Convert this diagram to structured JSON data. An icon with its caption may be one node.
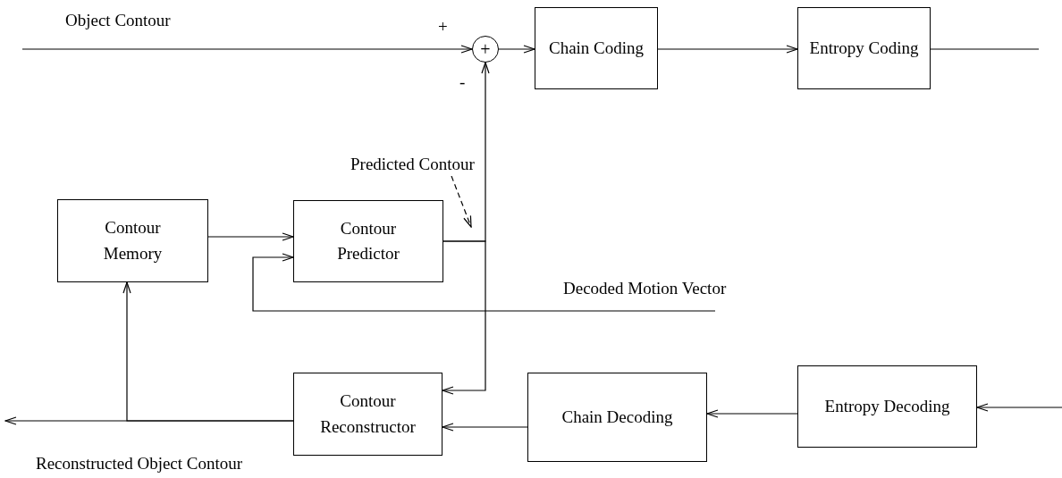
{
  "diagram": {
    "nodes": [
      {
        "text": [
          "+"
        ]
      },
      {
        "text": [
          "Chain Coding"
        ]
      },
      {
        "text": [
          "Entropy Coding"
        ]
      },
      {
        "text": [
          "Contour Memory"
        ]
      },
      {
        "text": [
          "Contour Predictor"
        ]
      },
      {
        "text": [
          "Predicted Contour"
        ]
      },
      {
        "text": [
          "Contour Reconstructor"
        ]
      },
      {
        "text": [
          "Chain Decoding"
        ]
      },
      {
        "text": [
          "Entropy Decoding"
        ]
      }
    ],
    "edges": [
      {
        "from": null,
        "to": 0,
        "arrow": "to",
        "label": "Object Contour"
      },
      {
        "from": 0,
        "to": 1,
        "arrow": "to"
      },
      {
        "from": 1,
        "to": 2,
        "arrow": "to"
      },
      {
        "from": 2,
        "to": null,
        "arrow": "none"
      },
      {
        "from": 3,
        "to": 4,
        "arrow": "to"
      },
      {
        "from": 4,
        "to": 0,
        "arrow": "to"
      },
      {
        "from": 4,
        "to": 6,
        "arrow": "to"
      },
      {
        "from": 5,
        "to": null,
        "arrow": "to",
        "style": "dashed"
      },
      {
        "from": null,
        "to": 4,
        "arrow": "to",
        "label": "Decoded Motion Vector"
      },
      {
        "from": 8,
        "to": 7,
        "arrow": "to"
      },
      {
        "from": 7,
        "to": 6,
        "arrow": "to"
      },
      {
        "from": null,
        "to": 8,
        "arrow": "to"
      },
      {
        "from": 6,
        "to": null,
        "arrow": "to",
        "label": "Reconstructed Object Contour"
      },
      {
        "from": 6,
        "to": 3,
        "arrow": "to"
      }
    ],
    "labels": [
      "+",
      "-"
    ]
  }
}
